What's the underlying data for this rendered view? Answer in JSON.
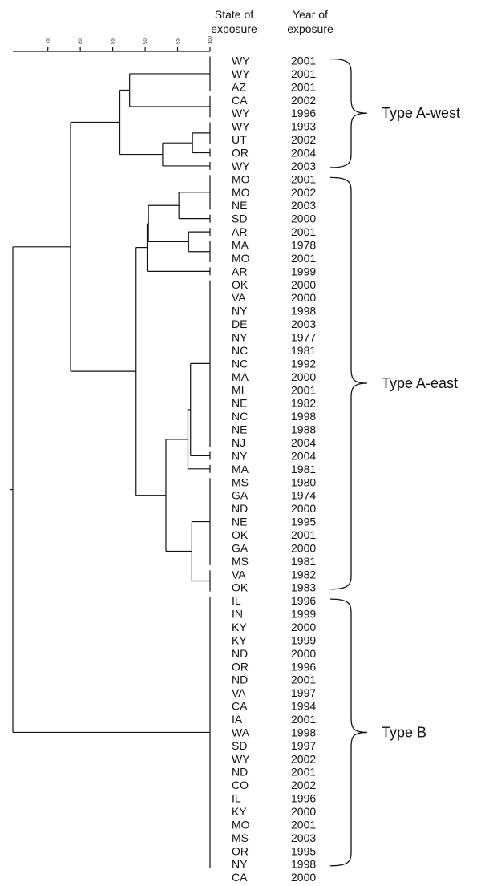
{
  "headers": {
    "state": [
      "State of",
      "exposure"
    ],
    "year": [
      "Year of",
      "exposure"
    ]
  },
  "scale": {
    "ticks": [
      {
        "value": 75,
        "label": "75"
      },
      {
        "value": 80,
        "label": "80"
      },
      {
        "value": 85,
        "label": "85"
      },
      {
        "value": 90,
        "label": "90"
      },
      {
        "value": 95,
        "label": "95"
      },
      {
        "value": 100,
        "label": "100"
      }
    ]
  },
  "groups": [
    {
      "label": "Type A-west",
      "first_row": 0,
      "last_row": 8
    },
    {
      "label": "Type A-east",
      "first_row": 9,
      "last_row": 40
    },
    {
      "label": "Type B",
      "first_row": 41,
      "last_row": 61
    }
  ],
  "rows": [
    {
      "state": "WY",
      "year": "2001"
    },
    {
      "state": "WY",
      "year": "2001"
    },
    {
      "state": "AZ",
      "year": "2001"
    },
    {
      "state": "CA",
      "year": "2002"
    },
    {
      "state": "WY",
      "year": "1996"
    },
    {
      "state": "WY",
      "year": "1993"
    },
    {
      "state": "UT",
      "year": "2002"
    },
    {
      "state": "OR",
      "year": "2004"
    },
    {
      "state": "WY",
      "year": "2003"
    },
    {
      "state": "MO",
      "year": "2001"
    },
    {
      "state": "MO",
      "year": "2002"
    },
    {
      "state": "NE",
      "year": "2003"
    },
    {
      "state": "SD",
      "year": "2000"
    },
    {
      "state": "AR",
      "year": "2001"
    },
    {
      "state": "MA",
      "year": "1978"
    },
    {
      "state": "MO",
      "year": "2001"
    },
    {
      "state": "AR",
      "year": "1999"
    },
    {
      "state": "OK",
      "year": "2000"
    },
    {
      "state": "VA",
      "year": "2000"
    },
    {
      "state": "NY",
      "year": "1998"
    },
    {
      "state": "DE",
      "year": "2003"
    },
    {
      "state": "NY",
      "year": "1977"
    },
    {
      "state": "NC",
      "year": "1981"
    },
    {
      "state": "NC",
      "year": "1992"
    },
    {
      "state": "MA",
      "year": "2000"
    },
    {
      "state": "MI",
      "year": "2001"
    },
    {
      "state": "NE",
      "year": "1982"
    },
    {
      "state": "NC",
      "year": "1998"
    },
    {
      "state": "NE",
      "year": "1988"
    },
    {
      "state": "NJ",
      "year": "2004"
    },
    {
      "state": "NY",
      "year": "2004"
    },
    {
      "state": "MA",
      "year": "1981"
    },
    {
      "state": "MS",
      "year": "1980"
    },
    {
      "state": "GA",
      "year": "1974"
    },
    {
      "state": "ND",
      "year": "2000"
    },
    {
      "state": "NE",
      "year": "1995"
    },
    {
      "state": "OK",
      "year": "2001"
    },
    {
      "state": "GA",
      "year": "2000"
    },
    {
      "state": "MS",
      "year": "1981"
    },
    {
      "state": "VA",
      "year": "1982"
    },
    {
      "state": "OK",
      "year": "1983"
    },
    {
      "state": "IL",
      "year": "1996"
    },
    {
      "state": "IN",
      "year": "1999"
    },
    {
      "state": "KY",
      "year": "2000"
    },
    {
      "state": "KY",
      "year": "1999"
    },
    {
      "state": "ND",
      "year": "2000"
    },
    {
      "state": "OR",
      "year": "1996"
    },
    {
      "state": "ND",
      "year": "2001"
    },
    {
      "state": "VA",
      "year": "1997"
    },
    {
      "state": "CA",
      "year": "1994"
    },
    {
      "state": "IA",
      "year": "2001"
    },
    {
      "state": "WA",
      "year": "1998"
    },
    {
      "state": "SD",
      "year": "1997"
    },
    {
      "state": "WY",
      "year": "2002"
    },
    {
      "state": "ND",
      "year": "2001"
    },
    {
      "state": "CO",
      "year": "2002"
    },
    {
      "state": "IL",
      "year": "1996"
    },
    {
      "state": "KY",
      "year": "2000"
    },
    {
      "state": "MO",
      "year": "2001"
    },
    {
      "state": "MS",
      "year": "2003"
    },
    {
      "state": "OR",
      "year": "1995"
    },
    {
      "state": "NY",
      "year": "1998"
    },
    {
      "state": "CA",
      "year": "2000"
    }
  ],
  "tree": {
    "sim": 69.6,
    "children": [
      {
        "sim": 78.5,
        "children": [
          {
            "sim": 86.1,
            "children": [
              {
                "sim": 87.6,
                "children": [
                  {
                    "sim": 100,
                    "rows": [
                      0,
                      1,
                      2
                    ]
                  },
                  {
                    "sim": 100,
                    "rows": [
                      3,
                      4
                    ]
                  }
                ]
              },
              {
                "sim": 92.7,
                "children": [
                  {
                    "sim": 97.3,
                    "children": [
                      {
                        "sim": 100,
                        "rows": [
                          5,
                          6
                        ]
                      },
                      {
                        "sim": 100,
                        "rows": [
                          7
                        ]
                      }
                    ]
                  },
                  {
                    "sim": 100,
                    "rows": [
                      8
                    ]
                  }
                ]
              }
            ]
          },
          {
            "sim": 88.6,
            "children": [
              {
                "sim": 90.3,
                "children": [
                  {
                    "sim": 90.5,
                    "children": [
                      {
                        "sim": 95.2,
                        "children": [
                          {
                            "sim": 100,
                            "rows": [
                              9,
                              10,
                              11
                            ]
                          },
                          {
                            "sim": 100,
                            "rows": [
                              12
                            ]
                          }
                        ]
                      },
                      {
                        "sim": 96.7,
                        "children": [
                          {
                            "sim": 100,
                            "rows": [
                              13
                            ]
                          },
                          {
                            "sim": 100,
                            "rows": [
                              14,
                              15
                            ]
                          }
                        ]
                      }
                    ]
                  },
                  {
                    "sim": 100,
                    "rows": [
                      16
                    ]
                  }
                ]
              },
              {
                "sim": 93.2,
                "children": [
                  {
                    "sim": 96.6,
                    "children": [
                      {
                        "sim": 97.0,
                        "children": [
                          {
                            "sim": 100,
                            "rows": [
                              17,
                              18,
                              19,
                              20,
                              21,
                              22,
                              23,
                              24,
                              25,
                              26,
                              27,
                              28,
                              29
                            ]
                          },
                          {
                            "sim": 100,
                            "rows": [
                              30
                            ]
                          }
                        ]
                      },
                      {
                        "sim": 100,
                        "rows": [
                          31
                        ]
                      }
                    ]
                  },
                  {
                    "sim": 97.2,
                    "children": [
                      {
                        "sim": 100,
                        "rows": [
                          32,
                          33,
                          34,
                          35,
                          36,
                          37,
                          38
                        ]
                      },
                      {
                        "sim": 100,
                        "rows": [
                          39,
                          40
                        ]
                      }
                    ]
                  }
                ]
              }
            ]
          }
        ]
      },
      {
        "sim": 100,
        "rows": [
          41,
          42,
          43,
          44,
          45,
          46,
          47,
          48,
          49,
          50,
          51,
          52,
          53,
          54,
          55,
          56,
          57,
          58,
          59,
          60,
          61
        ]
      }
    ]
  }
}
